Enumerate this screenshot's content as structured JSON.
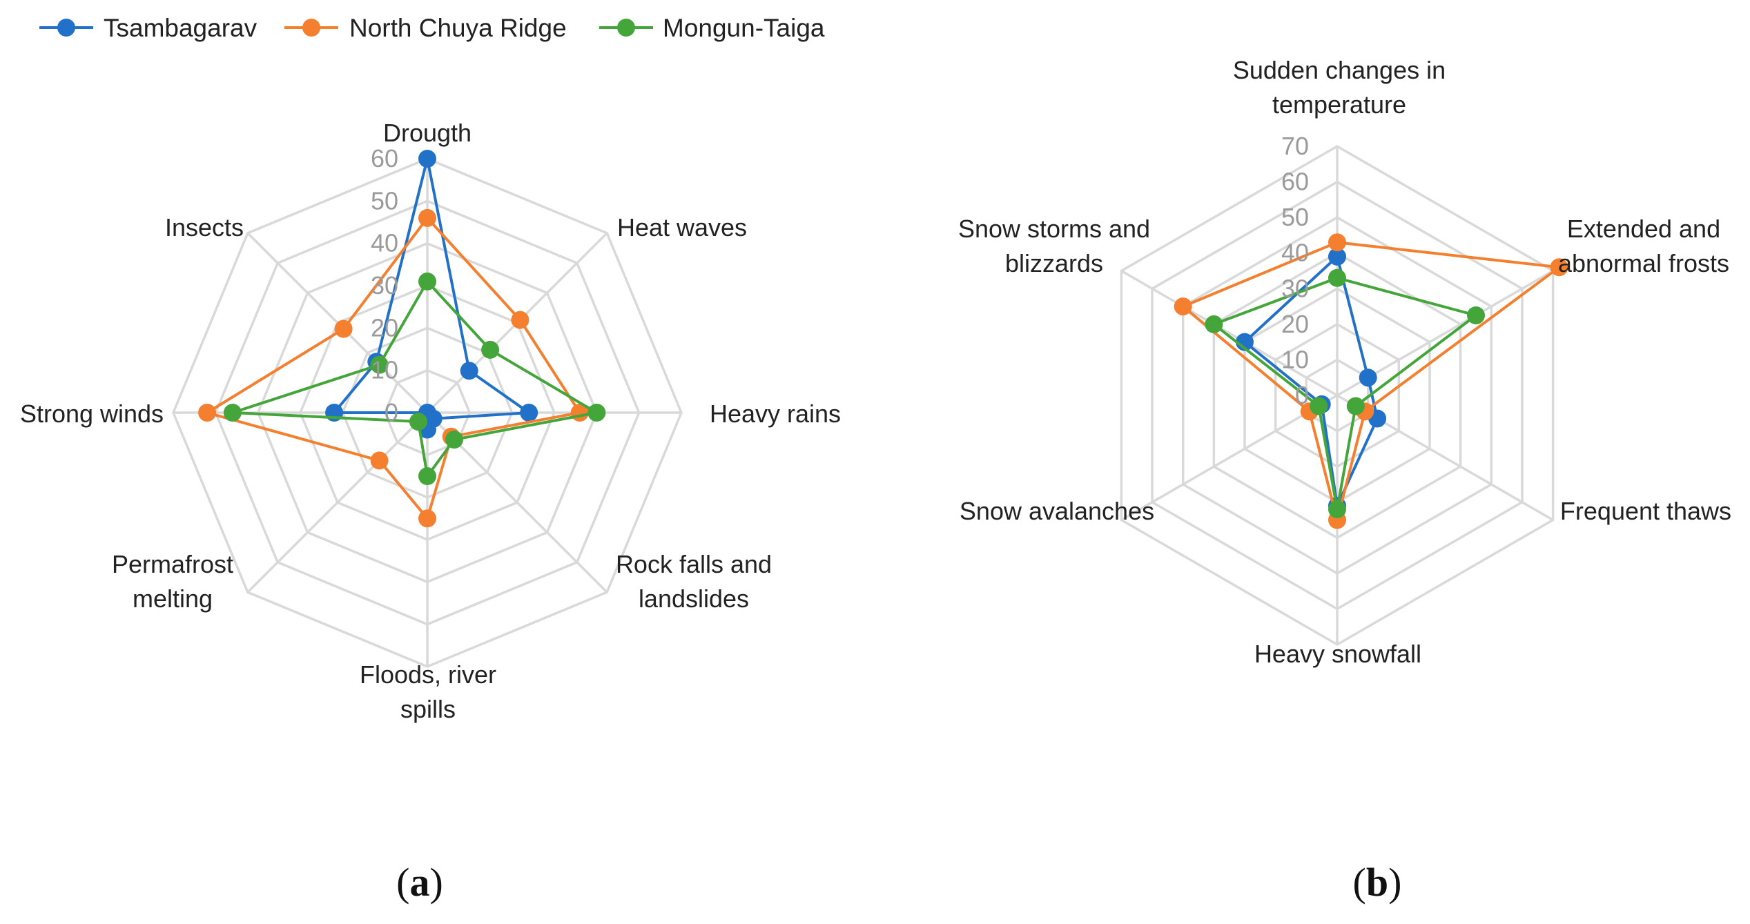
{
  "legend": {
    "items": [
      {
        "name": "Tsambagarav",
        "color": "#2271c8"
      },
      {
        "name": "North Chuya Ridge",
        "color": "#f47f2f"
      },
      {
        "name": "Mongun-Taiga",
        "color": "#44a63a"
      }
    ]
  },
  "panels": [
    {
      "open": "(",
      "letter": "a",
      "close": ")"
    },
    {
      "open": "(",
      "letter": "b",
      "close": ")"
    }
  ],
  "chart_data": [
    {
      "type": "radar",
      "title": "",
      "categories": [
        "Drougth",
        "Heat waves",
        "Heavy rains",
        "Rock falls and landslides",
        "Floods, river spills",
        "Permafrost melting",
        "Strong winds",
        "Insects"
      ],
      "category_label_lines": [
        [
          "Drougth"
        ],
        [
          "Heat waves"
        ],
        [
          "Heavy rains"
        ],
        [
          "Rock falls and",
          "landslides"
        ],
        [
          "Floods, river",
          "spills"
        ],
        [
          "Permafrost",
          "melting"
        ],
        [
          "Strong winds"
        ],
        [
          "Insects"
        ]
      ],
      "rlim": [
        0,
        60
      ],
      "ticks": [
        0,
        10,
        20,
        30,
        40,
        50,
        60
      ],
      "tick_labels": [
        "0",
        "10",
        "20",
        "30",
        "40",
        "50",
        "60"
      ],
      "grid": true,
      "legend_position": "top-left",
      "series": [
        {
          "name": "Tsambagarav",
          "color": "#2271c8",
          "values": [
            60,
            14,
            24,
            2,
            4,
            0,
            22,
            17
          ]
        },
        {
          "name": "North Chuya Ridge",
          "color": "#f47f2f",
          "values": [
            46,
            31,
            36,
            8,
            25,
            16,
            52,
            28
          ]
        },
        {
          "name": "Mongun-Taiga",
          "color": "#44a63a",
          "values": [
            31,
            21,
            40,
            9,
            15,
            3,
            46,
            16
          ]
        }
      ]
    },
    {
      "type": "radar",
      "title": "",
      "categories": [
        "Sudden changes in temperature",
        "Extended and abnormal frosts",
        "Frequent thaws",
        "Heavy snowfall",
        "Snow avalanches",
        "Snow storms and blizzards"
      ],
      "category_label_lines": [
        [
          "Sudden changes in",
          "temperature"
        ],
        [
          "Extended and",
          "abnormal frosts"
        ],
        [
          "Frequent thaws"
        ],
        [
          "Heavy snowfall"
        ],
        [
          "Snow avalanches"
        ],
        [
          "Snow storms and",
          "blizzards"
        ]
      ],
      "rlim": [
        0,
        70
      ],
      "ticks": [
        0,
        10,
        20,
        30,
        40,
        50,
        60,
        70
      ],
      "tick_labels": [
        "0",
        "10",
        "20",
        "30",
        "40",
        "50",
        "60",
        "70"
      ],
      "grid": true,
      "series": [
        {
          "name": "Tsambagarav",
          "color": "#2271c8",
          "values": [
            39,
            10,
            13,
            31,
            5,
            30
          ]
        },
        {
          "name": "North Chuya Ridge",
          "color": "#f47f2f",
          "values": [
            43,
            72,
            9,
            35,
            9,
            50
          ]
        },
        {
          "name": "Mongun-Taiga",
          "color": "#44a63a",
          "values": [
            33,
            45,
            6,
            32,
            6,
            40
          ]
        }
      ]
    }
  ]
}
